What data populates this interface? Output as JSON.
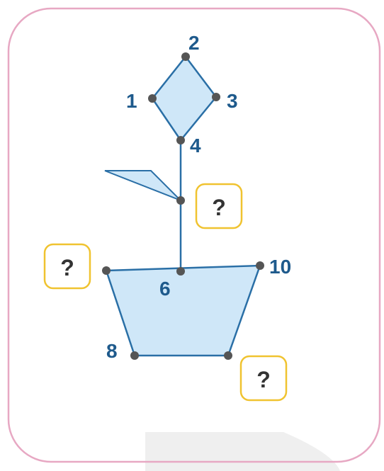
{
  "colors": {
    "frame_stroke": "#e7a8c3",
    "line": "#2a6fa6",
    "fill": "#cfe7f8",
    "dot": "#555555",
    "label": "#1e5a8c",
    "box_stroke": "#f0c330",
    "box_text": "#333333"
  },
  "labels": {
    "p1": "1",
    "p2": "2",
    "p3": "3",
    "p4": "4",
    "p6": "6",
    "p8": "8",
    "p10": "10"
  },
  "question_boxes": {
    "q_stem": "?",
    "q_pot_left": "?",
    "q_pot_right": "?"
  }
}
